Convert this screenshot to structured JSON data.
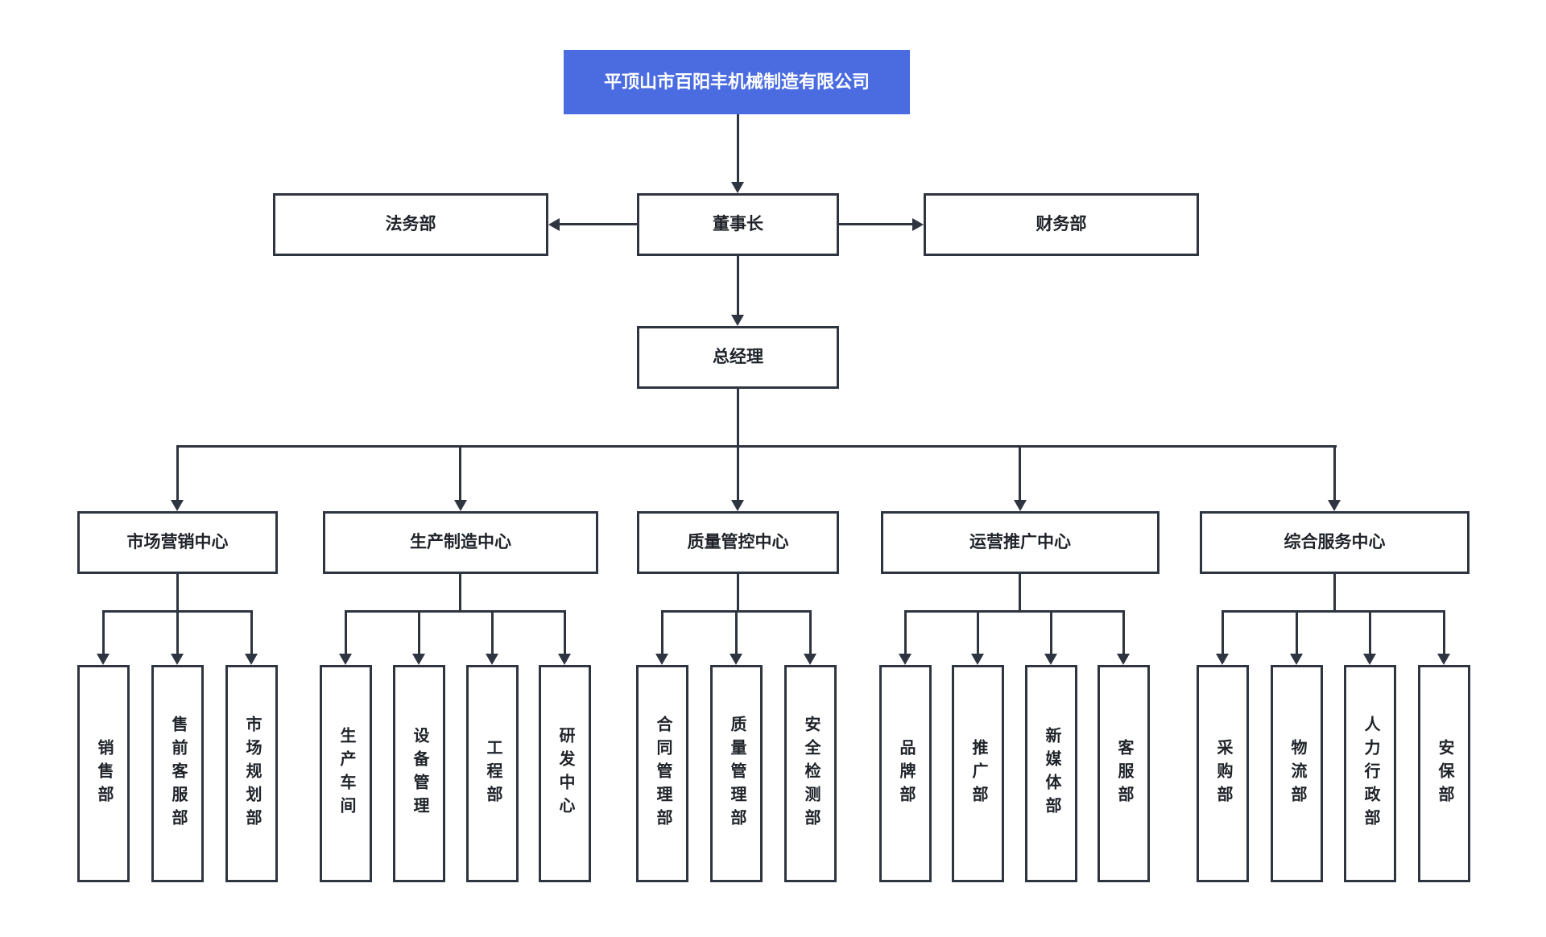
{
  "colors": {
    "root_bg": "#4a6ce0",
    "root_text": "#ffffff",
    "line": "#2e3440",
    "box_bg": "#ffffff",
    "text": "#1f2329"
  },
  "org": {
    "root": "平顶山市百阳丰机械制造有限公司",
    "legal": "法务部",
    "chairman": "董事长",
    "finance": "财务部",
    "general_manager": "总经理",
    "centers": [
      {
        "label": "市场营销中心",
        "departments": [
          "销售部",
          "售前客服部",
          "市场规划部"
        ]
      },
      {
        "label": "生产制造中心",
        "departments": [
          "生产车间",
          "设备管理",
          "工程部",
          "研发中心"
        ]
      },
      {
        "label": "质量管控中心",
        "departments": [
          "合同管理部",
          "质量管理部",
          "安全检测部"
        ]
      },
      {
        "label": "运营推广中心",
        "departments": [
          "品牌部",
          "推广部",
          "新媒体部",
          "客服部"
        ]
      },
      {
        "label": "综合服务中心",
        "departments": [
          "采购部",
          "物流部",
          "人力行政部",
          "安保部"
        ]
      }
    ]
  }
}
